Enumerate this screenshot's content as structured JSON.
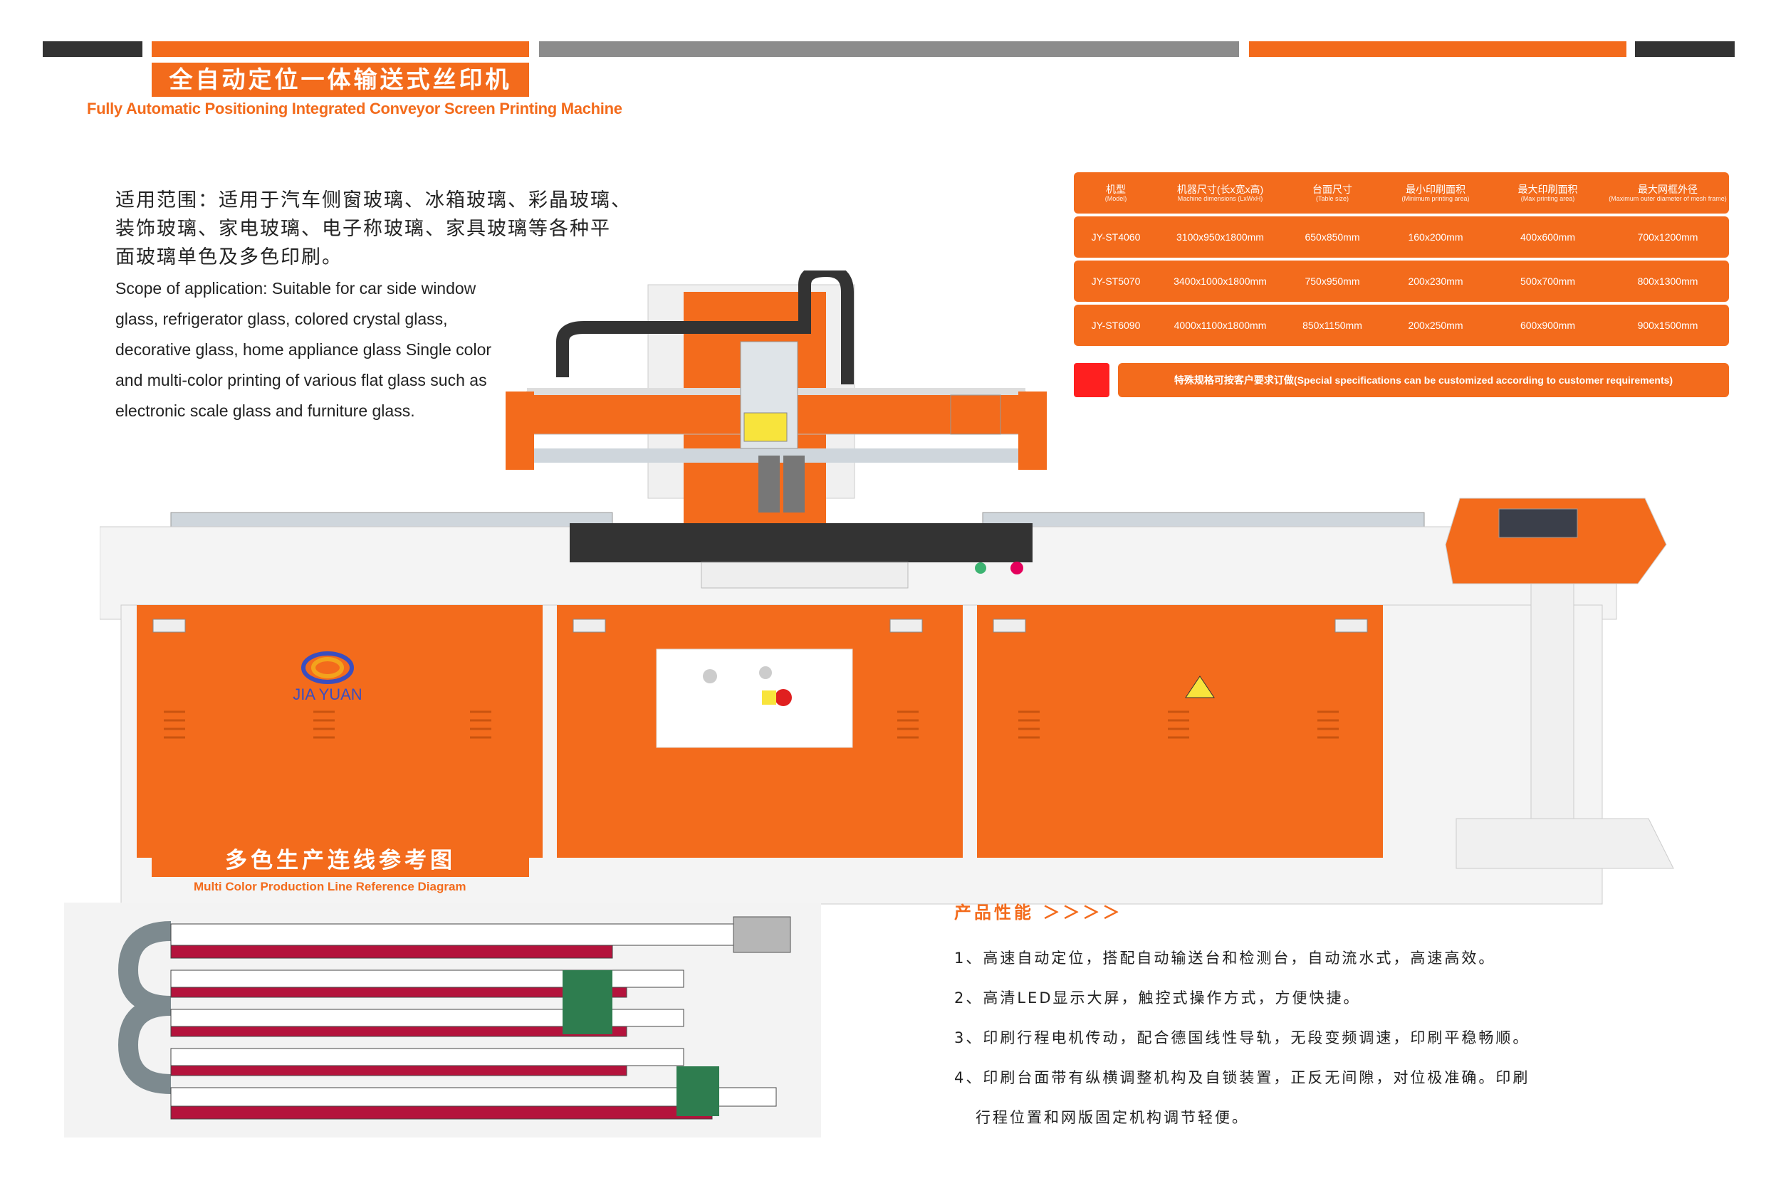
{
  "header": {
    "title_cn": "全自动定位一体输送式丝印机",
    "title_en": "Fully Automatic Positioning Integrated Conveyor Screen Printing Machine"
  },
  "scope": {
    "cn_lines": [
      "适用范围：适用于汽车侧窗玻璃、冰箱玻璃、彩晶玻璃、",
      "装饰玻璃、家电玻璃、电子称玻璃、家具玻璃等各种平",
      "面玻璃单色及多色印刷。"
    ],
    "en_lines": [
      "Scope of application: Suitable for car side window",
      "glass, refrigerator glass, colored crystal glass,",
      "decorative glass, home appliance glass Single color",
      "and multi-color printing of various flat glass such as",
      "electronic scale glass and furniture glass."
    ]
  },
  "spec_table": {
    "headers": [
      {
        "cn": "机型",
        "en": "(Model)"
      },
      {
        "cn": "机器尺寸(长x宽x高)",
        "en": "Machine dimensions (LxWxH)"
      },
      {
        "cn": "台面尺寸",
        "en": "(Table size)"
      },
      {
        "cn": "最小印刷面积",
        "en": "(Minimum printing area)"
      },
      {
        "cn": "最大印刷面积",
        "en": "(Max printing area)"
      },
      {
        "cn": "最大网框外径",
        "en": "(Maximum outer diameter of mesh frame)"
      }
    ],
    "rows": [
      [
        "JY-ST4060",
        "3100x950x1800mm",
        "650x850mm",
        "160x200mm",
        "400x600mm",
        "700x1200mm"
      ],
      [
        "JY-ST5070",
        "3400x1000x1800mm",
        "750x950mm",
        "200x230mm",
        "500x700mm",
        "800x1300mm"
      ],
      [
        "JY-ST6090",
        "4000x1100x1800mm",
        "850x1150mm",
        "200x250mm",
        "600x900mm",
        "900x1500mm"
      ]
    ],
    "custom_note": "特殊规格可按客户要求订做(Special specifications can be customized according to customer requirements)"
  },
  "machine": {
    "logo_text": "JIA YUAN"
  },
  "line_section": {
    "title_cn": "多色生产连线参考图",
    "title_en": "Multi Color Production Line Reference Diagram"
  },
  "performance": {
    "title": "产品性能 ＞＞＞＞",
    "items": [
      "1、高速自动定位，搭配自动输送台和检测台，自动流水式，高速高效。",
      "2、高清LED显示大屏，触控式操作方式，方便快捷。",
      "3、印刷行程电机传动，配合德国线性导轨，无段变频调速，印刷平稳畅顺。",
      "4、印刷台面带有纵横调整机构及自锁装置，正反无间隙，对位极准确。印刷"
    ],
    "continuation": "行程位置和网版固定机构调节轻便。"
  },
  "colors": {
    "accent": "#f36b1c",
    "dark": "#333333",
    "grey": "#8c8c8c",
    "red": "#ff1f1f"
  }
}
